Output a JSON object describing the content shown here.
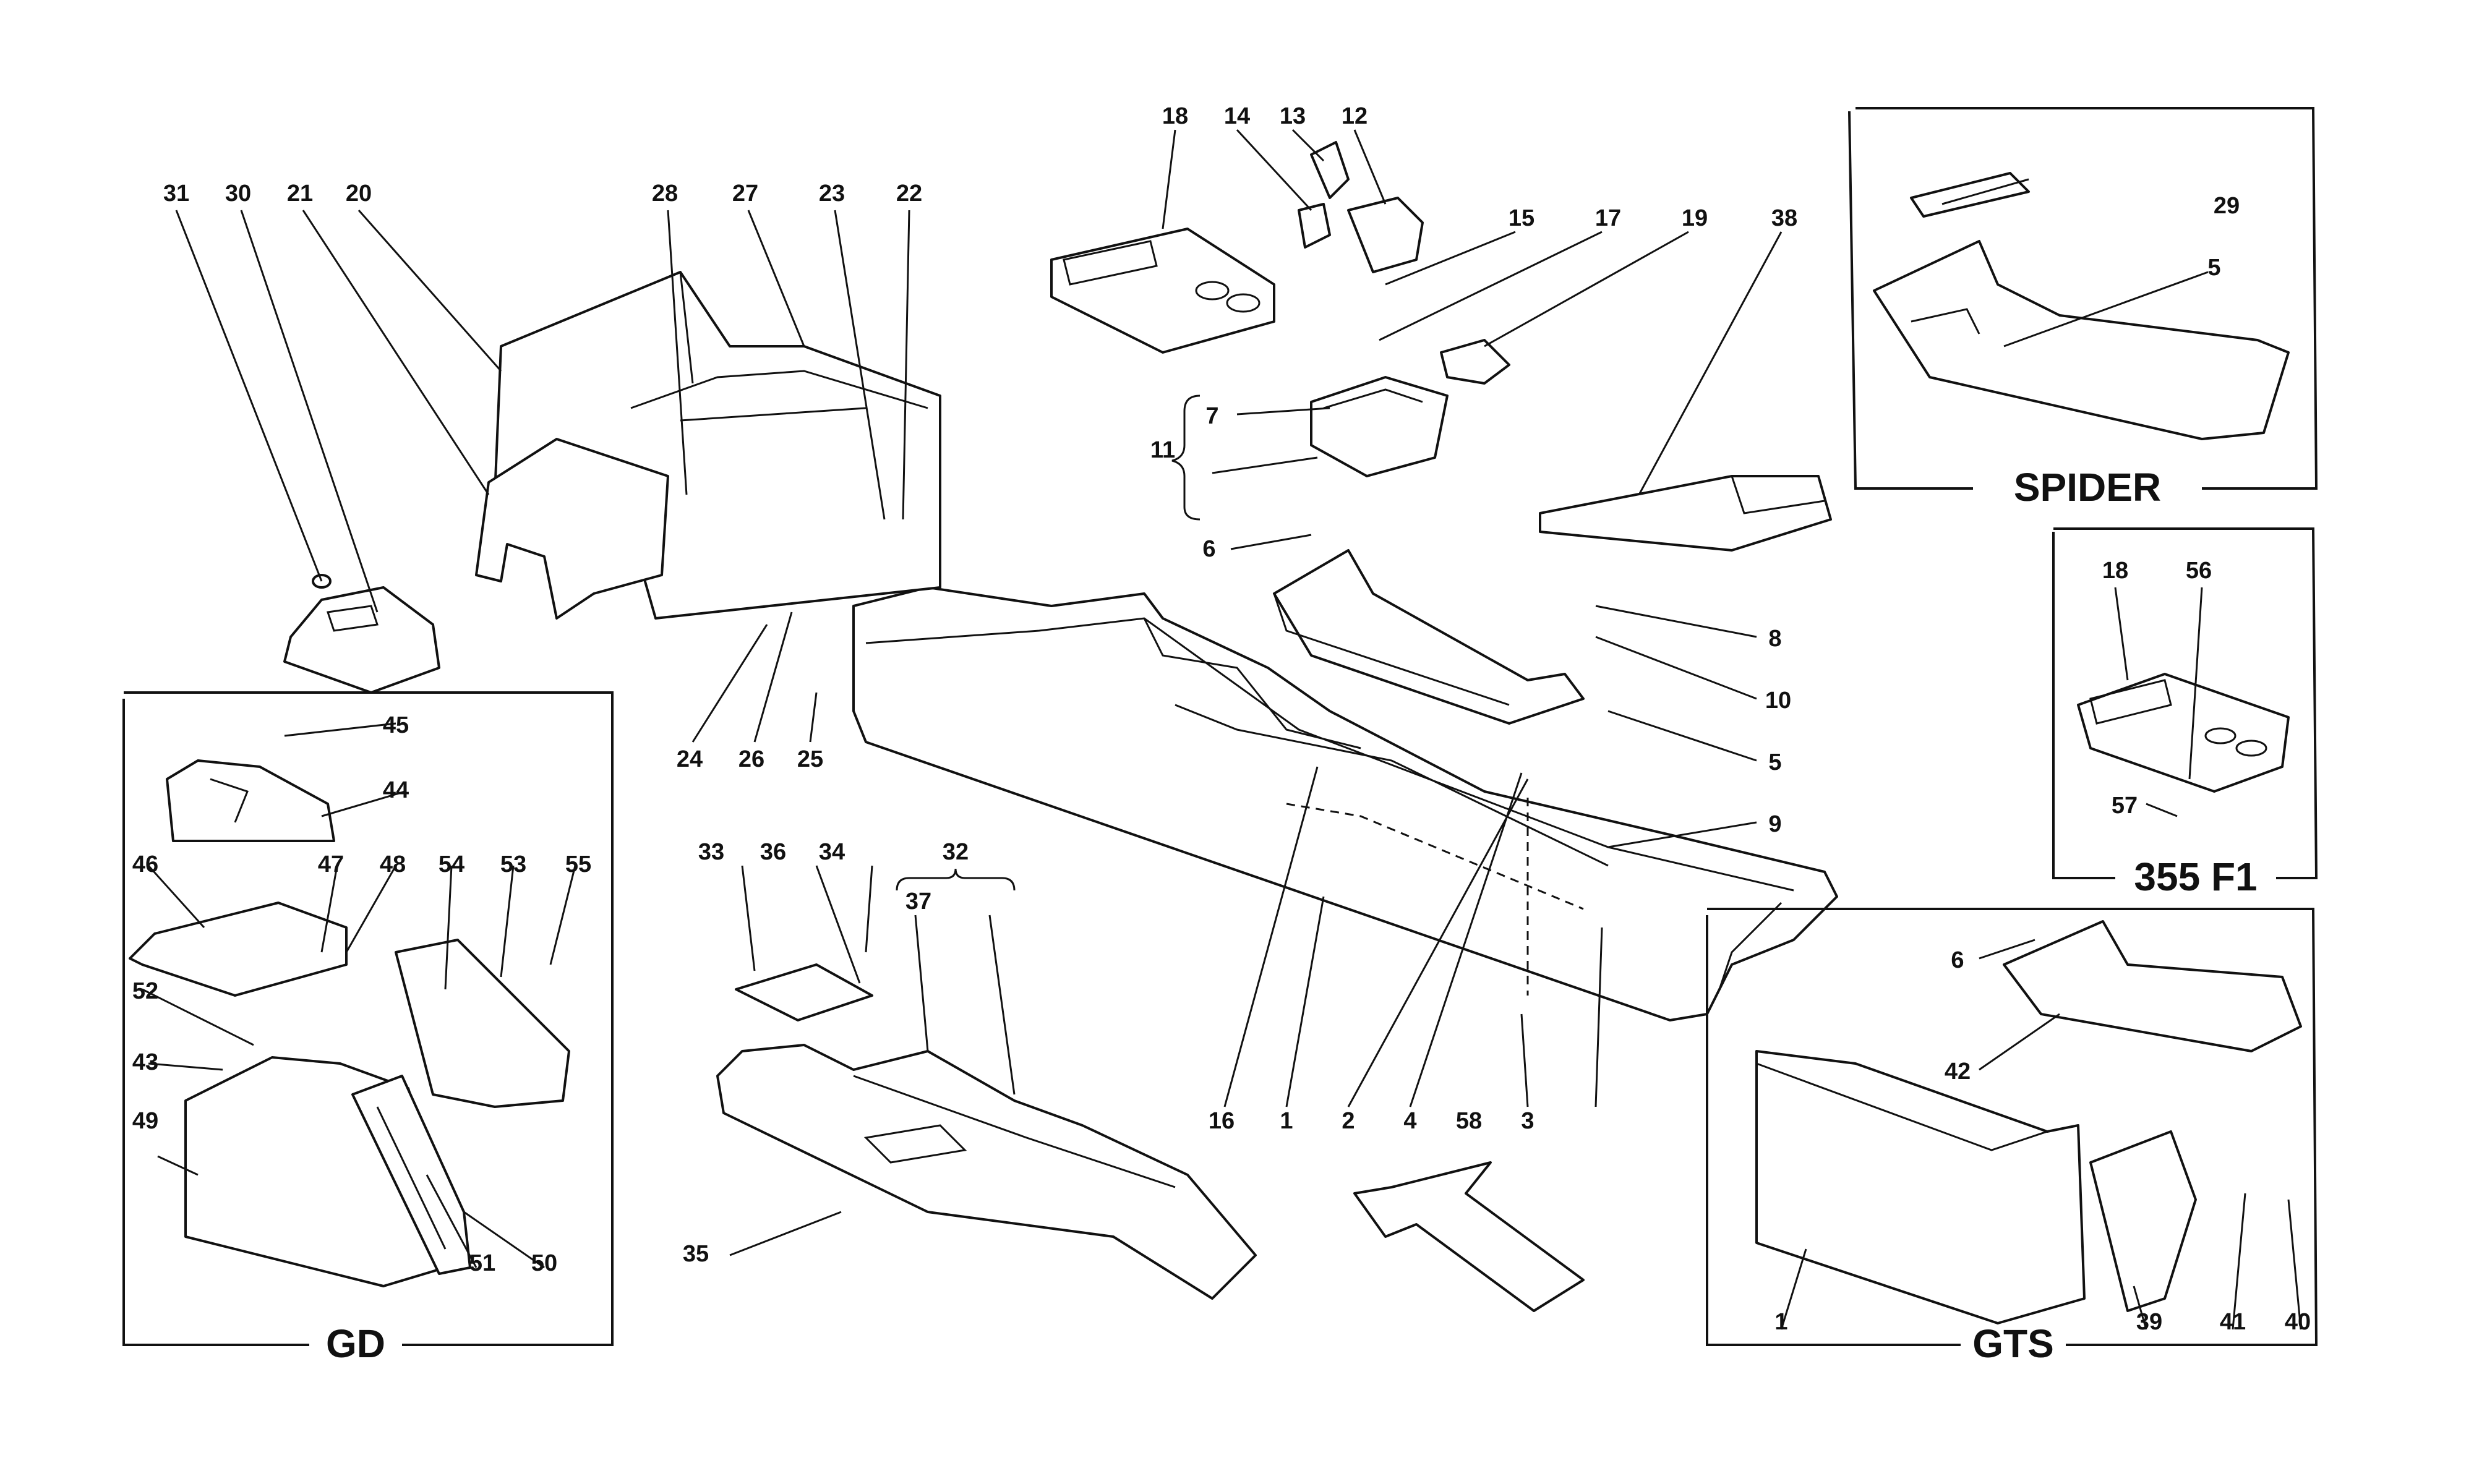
{
  "panels": {
    "spider": "SPIDER",
    "f1": "355 F1",
    "gts": "GTS",
    "gd": "GD"
  },
  "callouts": {
    "n1": "1",
    "n2": "2",
    "n3": "3",
    "n4": "4",
    "n5": "5",
    "n6": "6",
    "n7": "7",
    "n8": "8",
    "n9": "9",
    "n10": "10",
    "n11": "11",
    "n12": "12",
    "n13": "13",
    "n14": "14",
    "n15": "15",
    "n16": "16",
    "n17": "17",
    "n18": "18",
    "n19": "19",
    "n20": "20",
    "n21": "21",
    "n22": "22",
    "n23": "23",
    "n24": "24",
    "n25": "25",
    "n26": "26",
    "n27": "27",
    "n28": "28",
    "n29": "29",
    "n30": "30",
    "n31": "31",
    "n32": "32",
    "n33": "33",
    "n34": "34",
    "n35": "35",
    "n36": "36",
    "n37": "37",
    "n38": "38",
    "n39": "39",
    "n40": "40",
    "n41": "41",
    "n42": "42",
    "n43": "43",
    "n44": "44",
    "n45": "45",
    "n46": "46",
    "n47": "47",
    "n48": "48",
    "n49": "49",
    "n50": "50",
    "n51": "51",
    "n52": "52",
    "n53": "53",
    "n54": "54",
    "n55": "55",
    "n56": "56",
    "n57": "57",
    "n58": "58"
  }
}
